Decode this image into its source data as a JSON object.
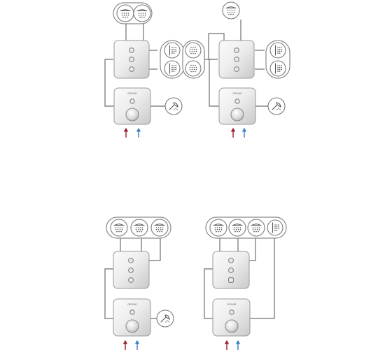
{
  "brand_mark": "GROHE",
  "colors": {
    "hot_supply": "#9b1c2a",
    "cold_supply": "#3a7dc1",
    "pipe": "#6f6f6f",
    "chrome_light": "#f4f4f4",
    "chrome_dark": "#c9c9c9"
  },
  "diagrams": [
    {
      "id": "A",
      "outlets": [
        "overhead-shower",
        "overhead-shower",
        "body-jet",
        "body-jet",
        "body-jet",
        "body-jet",
        "hand-shower"
      ],
      "controller_buttons": 3,
      "supply": [
        "hot",
        "cold"
      ]
    },
    {
      "id": "B",
      "outlets": [
        "overhead-shower",
        "body-jet",
        "body-jet",
        "hand-shower"
      ],
      "controller_buttons": 3,
      "supply": [
        "hot",
        "cold"
      ]
    },
    {
      "id": "C",
      "outlets": [
        "overhead-shower",
        "overhead-shower",
        "overhead-shower",
        "hand-shower"
      ],
      "controller_buttons": 3,
      "supply": [
        "hot",
        "cold"
      ]
    },
    {
      "id": "D",
      "outlets": [
        "overhead-shower",
        "overhead-shower",
        "overhead-shower",
        "side-shower"
      ],
      "controller_buttons": 3,
      "supply": [
        "hot",
        "cold"
      ]
    }
  ]
}
